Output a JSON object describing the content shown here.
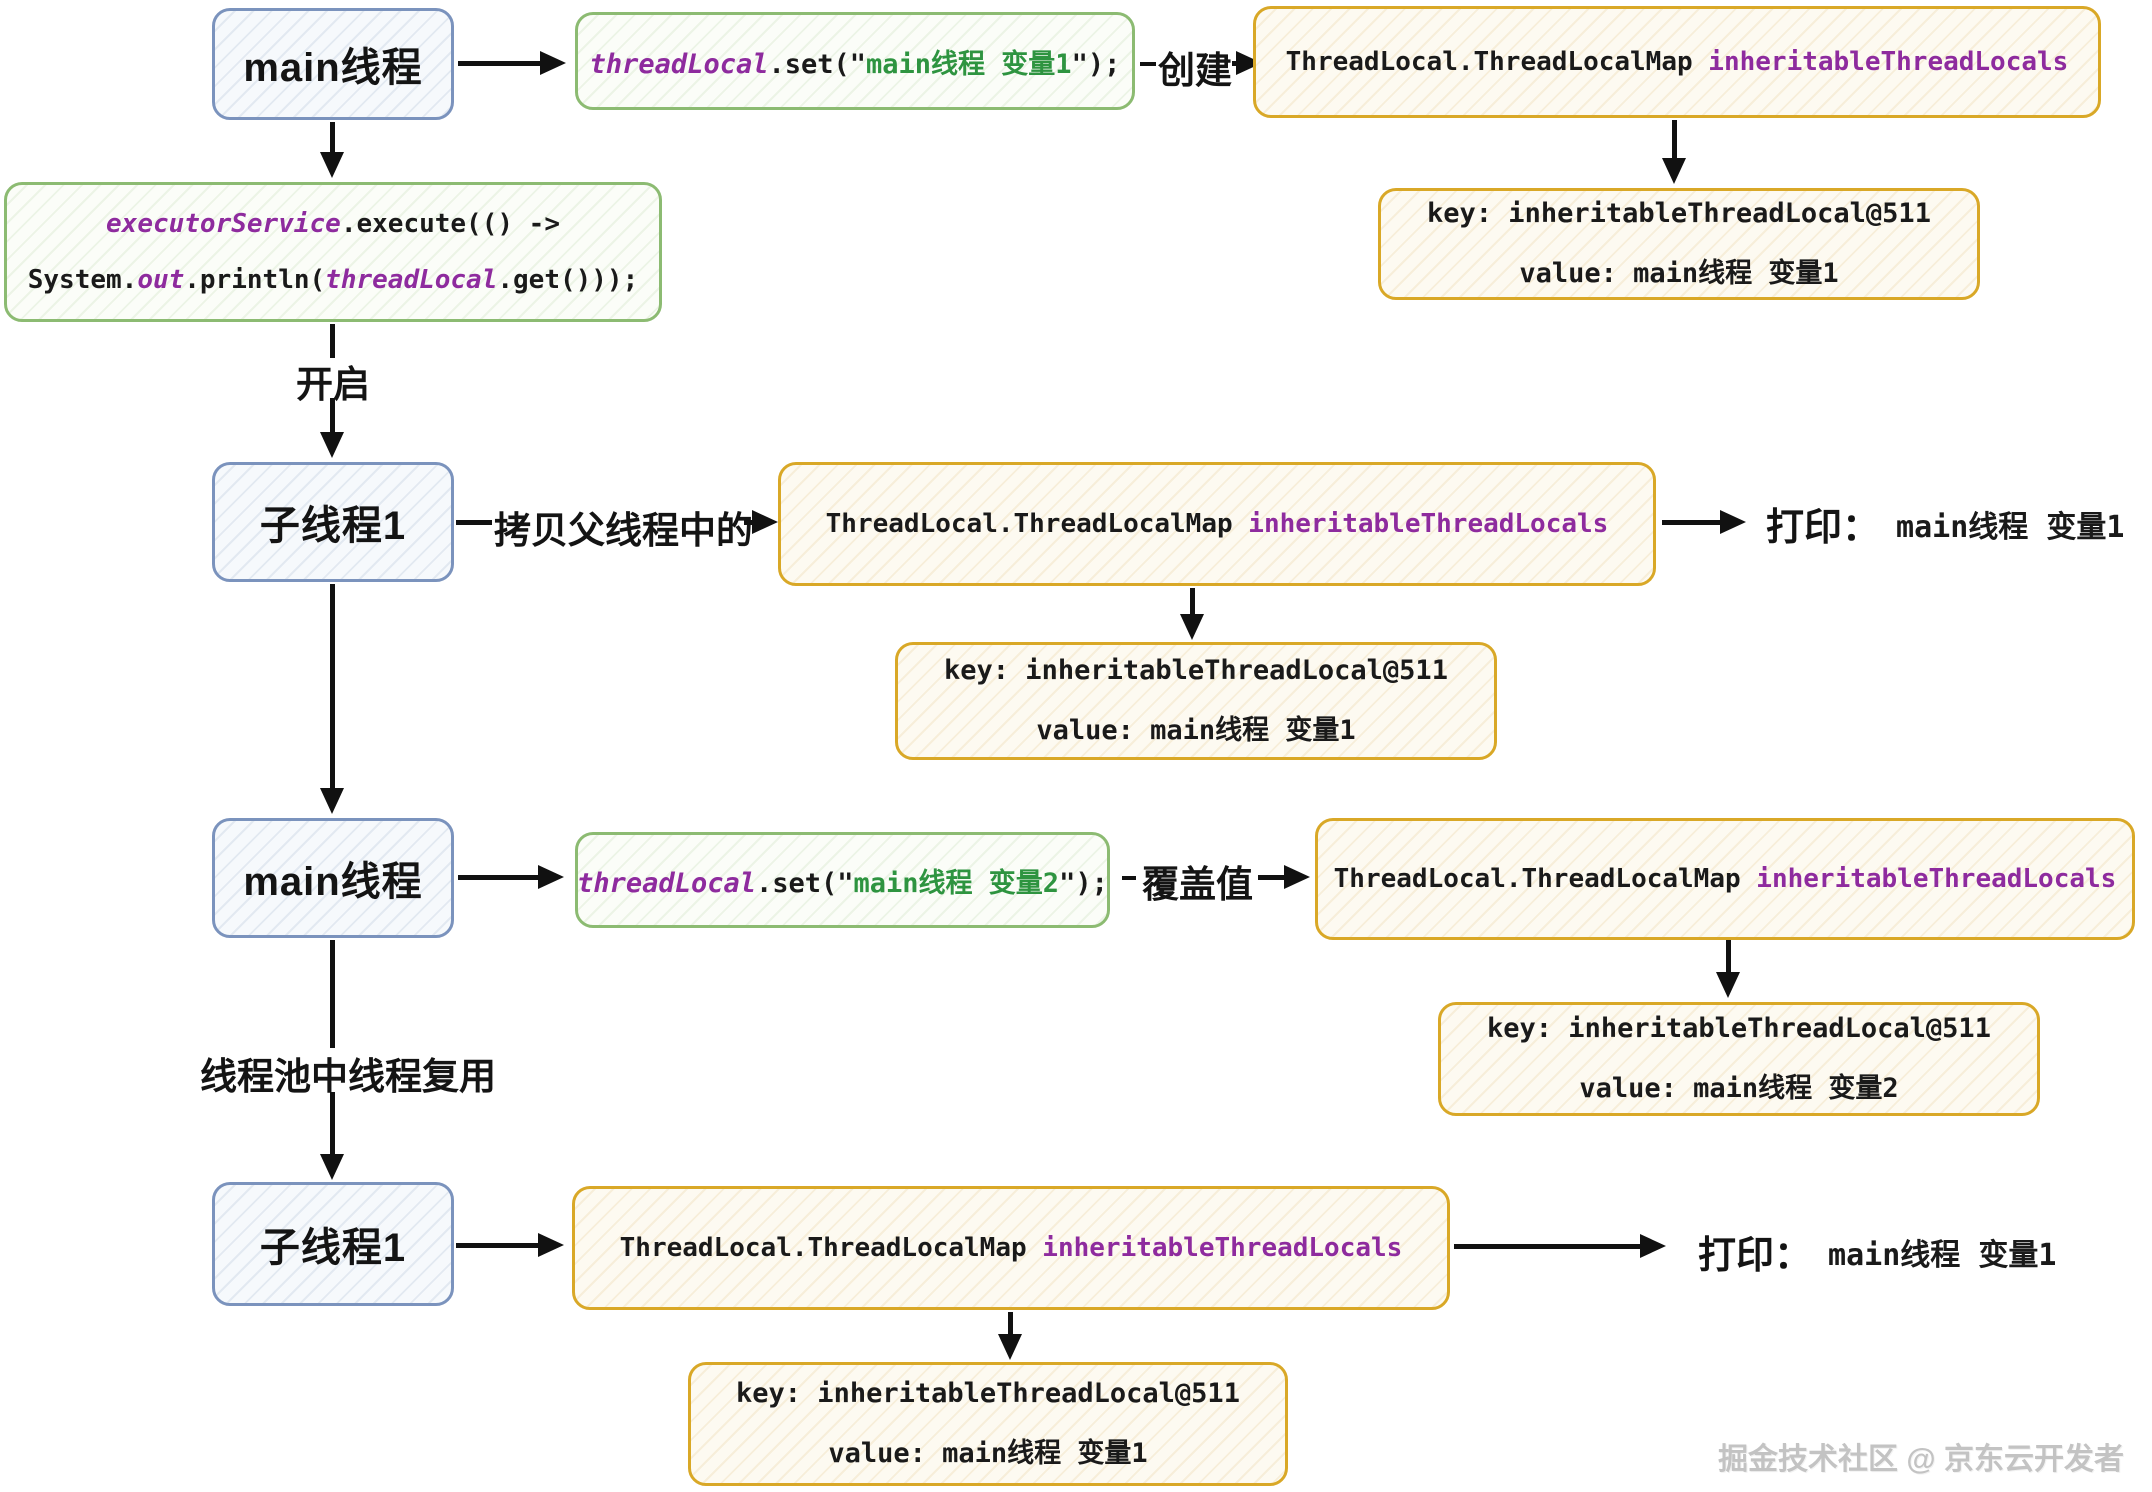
{
  "colors": {
    "blue_border": "#7b93bd",
    "green_border": "#8cbb72",
    "yellow_border": "#d9a827",
    "identifier_purple": "#8e2b9e",
    "string_green": "#2e9440",
    "arrow_black": "#111111",
    "watermark_gray": "#c3c3c3"
  },
  "threads": {
    "main": "main线程",
    "child": "子线程1"
  },
  "code": {
    "set1": {
      "obj": "threadLocal",
      "method": ".set(\"",
      "str": "main线程 变量1",
      "close": "\");"
    },
    "set2": {
      "obj": "threadLocal",
      "method": ".set(\"",
      "str": "main线程 变量2",
      "close": "\");"
    },
    "exec": {
      "l1_obj": "executorService",
      "l1_rest": ".execute(() ->",
      "l2_a": "System.",
      "l2_out": "out",
      "l2_b": ".println(",
      "l2_tl": "threadLocal",
      "l2_c": ".get()));"
    }
  },
  "map_entry": {
    "type": "ThreadLocal.ThreadLocalMap ",
    "field": "inheritableThreadLocals"
  },
  "kv": {
    "key": "key: inheritableThreadLocal@511",
    "value1": "value: main线程 变量1",
    "value2": "value: main线程 变量2"
  },
  "edge_labels": {
    "create": "创建",
    "start": "开启",
    "copy_parent": "拷贝父线程中的",
    "override": "覆盖值",
    "pool_reuse": "线程池中线程复用"
  },
  "print": {
    "label": "打印：",
    "value": "main线程 变量1"
  },
  "watermark": "掘金技术社区 @ 京东云开发者"
}
